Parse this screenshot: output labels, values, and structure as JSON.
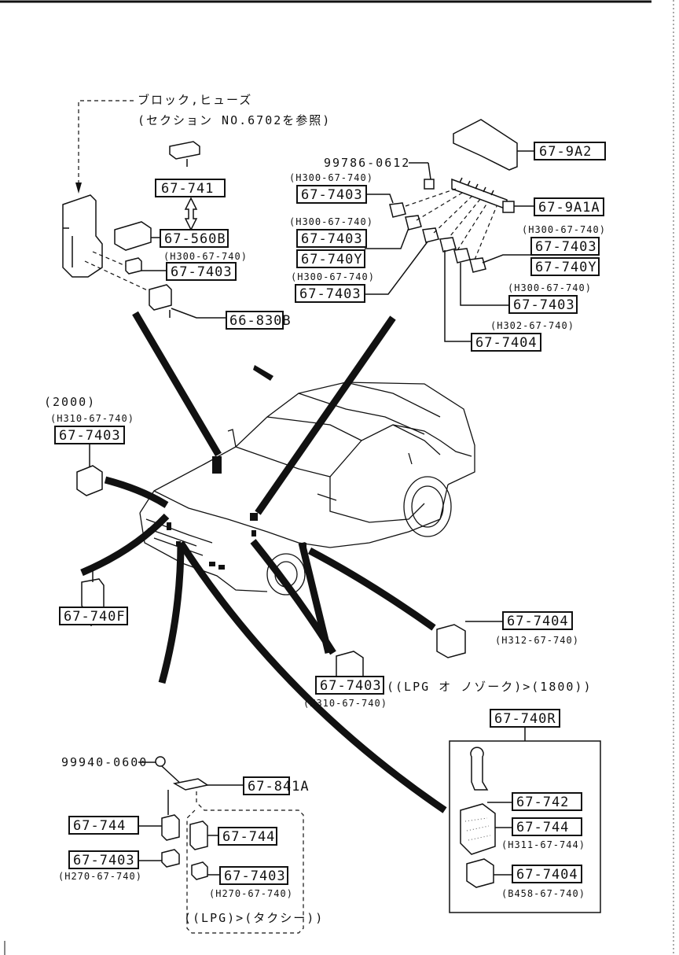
{
  "header": {
    "note_line1": "ブロック,ヒューズ",
    "note_line2": "(セクション NO.6702を参照)"
  },
  "labels": {
    "p_67_9A2": "67-9A2",
    "p_99786": "99786-0612",
    "p_h300_a": "(H300-67-740)",
    "p_67_7403_a": "67-7403",
    "p_67_9A1A": "67-9A1A",
    "p_h300_b": "(H300-67-740)",
    "p_67_7403_b": "67-7403",
    "p_67_740Y_a": "67-740Y",
    "p_h300_c": "(H300-67-740)",
    "p_67_7403_c": "67-7403",
    "p_67_740Y_b": "67-740Y",
    "p_h300_d": "(H300-67-740)",
    "p_67_7403_d": "67-7403",
    "p_h300_e": "(H300-67-740)",
    "p_67_7403_e": "67-7403",
    "p_h302": "(H302-67-740)",
    "p_67_7404_a": "67-7404",
    "p_67_741": "67-741",
    "p_67_560B": "67-560B",
    "p_h300_f": "(H300-67-740)",
    "p_67_7403_f": "67-7403",
    "p_66_830B": "66-830B",
    "p_2000": "(2000)",
    "p_h310_a": "(H310-67-740)",
    "p_67_7403_g": "67-7403",
    "p_67_740F": "67-740F",
    "p_67_7404_b": "67-7404",
    "p_h312": "(H312-67-740)",
    "p_67_7403_h": "67-7403",
    "p_lpg_note": "((LPG オ ノゾーク)>(1800))",
    "p_h310_b": "(H310-67-740)",
    "p_67_740R": "67-740R",
    "p_67_742": "67-742",
    "p_67_744_a": "67-744",
    "p_h311": "(H311-67-744)",
    "p_67_7404_c": "67-7404",
    "p_b458": "(B458-67-740)",
    "p_99940": "99940-0600",
    "p_67_841A": "67-841A",
    "p_67_744_b": "67-744",
    "p_67_744_c": "67-744",
    "p_67_7403_i": "67-7403",
    "p_h270_a": "(H270-67-740)",
    "p_67_7403_j": "67-7403",
    "p_h270_b": "(H270-67-740)",
    "p_lpg_taxi": "((LPG)>(タクシー))"
  }
}
